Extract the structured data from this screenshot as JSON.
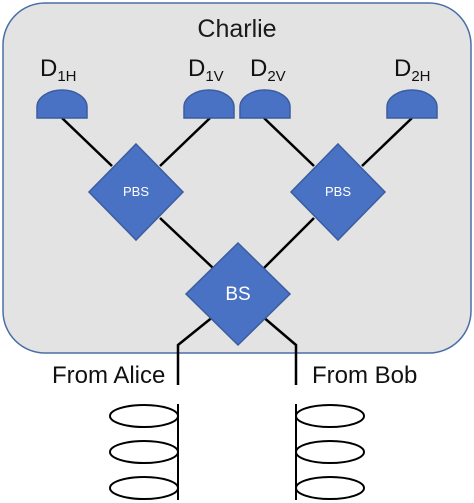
{
  "diagram": {
    "title": "Charlie",
    "detectors": [
      {
        "id": "d1h",
        "label": "D",
        "sub": "1H"
      },
      {
        "id": "d1v",
        "label": "D",
        "sub": "1V"
      },
      {
        "id": "d2v",
        "label": "D",
        "sub": "2V"
      },
      {
        "id": "d2h",
        "label": "D",
        "sub": "2H"
      }
    ],
    "nodes": {
      "pbs_left": "PBS",
      "pbs_right": "PBS",
      "bs": "BS"
    },
    "sources": {
      "alice": "From Alice",
      "bob": "From Bob"
    },
    "colors": {
      "panel_fill": "#e3e3e3",
      "panel_stroke": "#4a6fa8",
      "shape_fill": "#4a72c4",
      "shape_stroke": "#3a5d9f",
      "line": "#000000"
    }
  }
}
